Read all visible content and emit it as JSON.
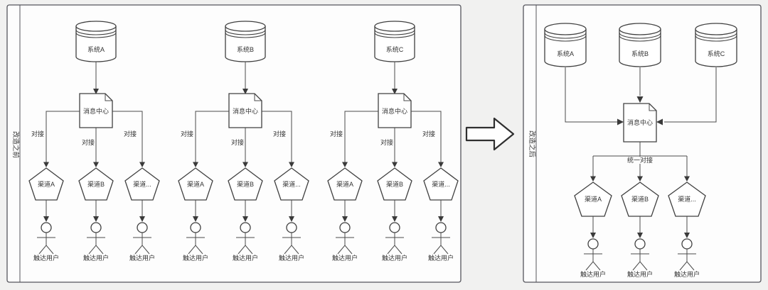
{
  "colors": {
    "background": "#f1f1f0",
    "panel_fill": "#fdfdfd",
    "shape_stroke": "#404040",
    "text": "#333333"
  },
  "left": {
    "label": "改造之前",
    "groups": [
      {
        "system": "系统A",
        "center": "消息中心",
        "links": [
          "对接",
          "对接",
          "对接"
        ],
        "channels": [
          "渠道A",
          "渠道B",
          "渠道..."
        ],
        "users": [
          "触达用户",
          "触达用户",
          "触达用户"
        ]
      },
      {
        "system": "系统B",
        "center": "消息中心",
        "links": [
          "对接",
          "对接",
          "对接"
        ],
        "channels": [
          "渠道A",
          "渠道B",
          "渠道..."
        ],
        "users": [
          "触达用户",
          "触达用户",
          "触达用户"
        ]
      },
      {
        "system": "系统C",
        "center": "消息中心",
        "links": [
          "对接",
          "对接",
          "对接"
        ],
        "channels": [
          "渠道A",
          "渠道B",
          "渠道..."
        ],
        "users": [
          "触达用户",
          "触达用户",
          "触达用户"
        ]
      }
    ]
  },
  "right": {
    "label": "改造之后",
    "systems": [
      "系统A",
      "系统B",
      "系统C"
    ],
    "center": "消息中心",
    "link": "统一对接",
    "channels": [
      "渠道A",
      "渠道B",
      "渠道..."
    ],
    "users": [
      "触达用户",
      "触达用户",
      "触达用户"
    ]
  }
}
